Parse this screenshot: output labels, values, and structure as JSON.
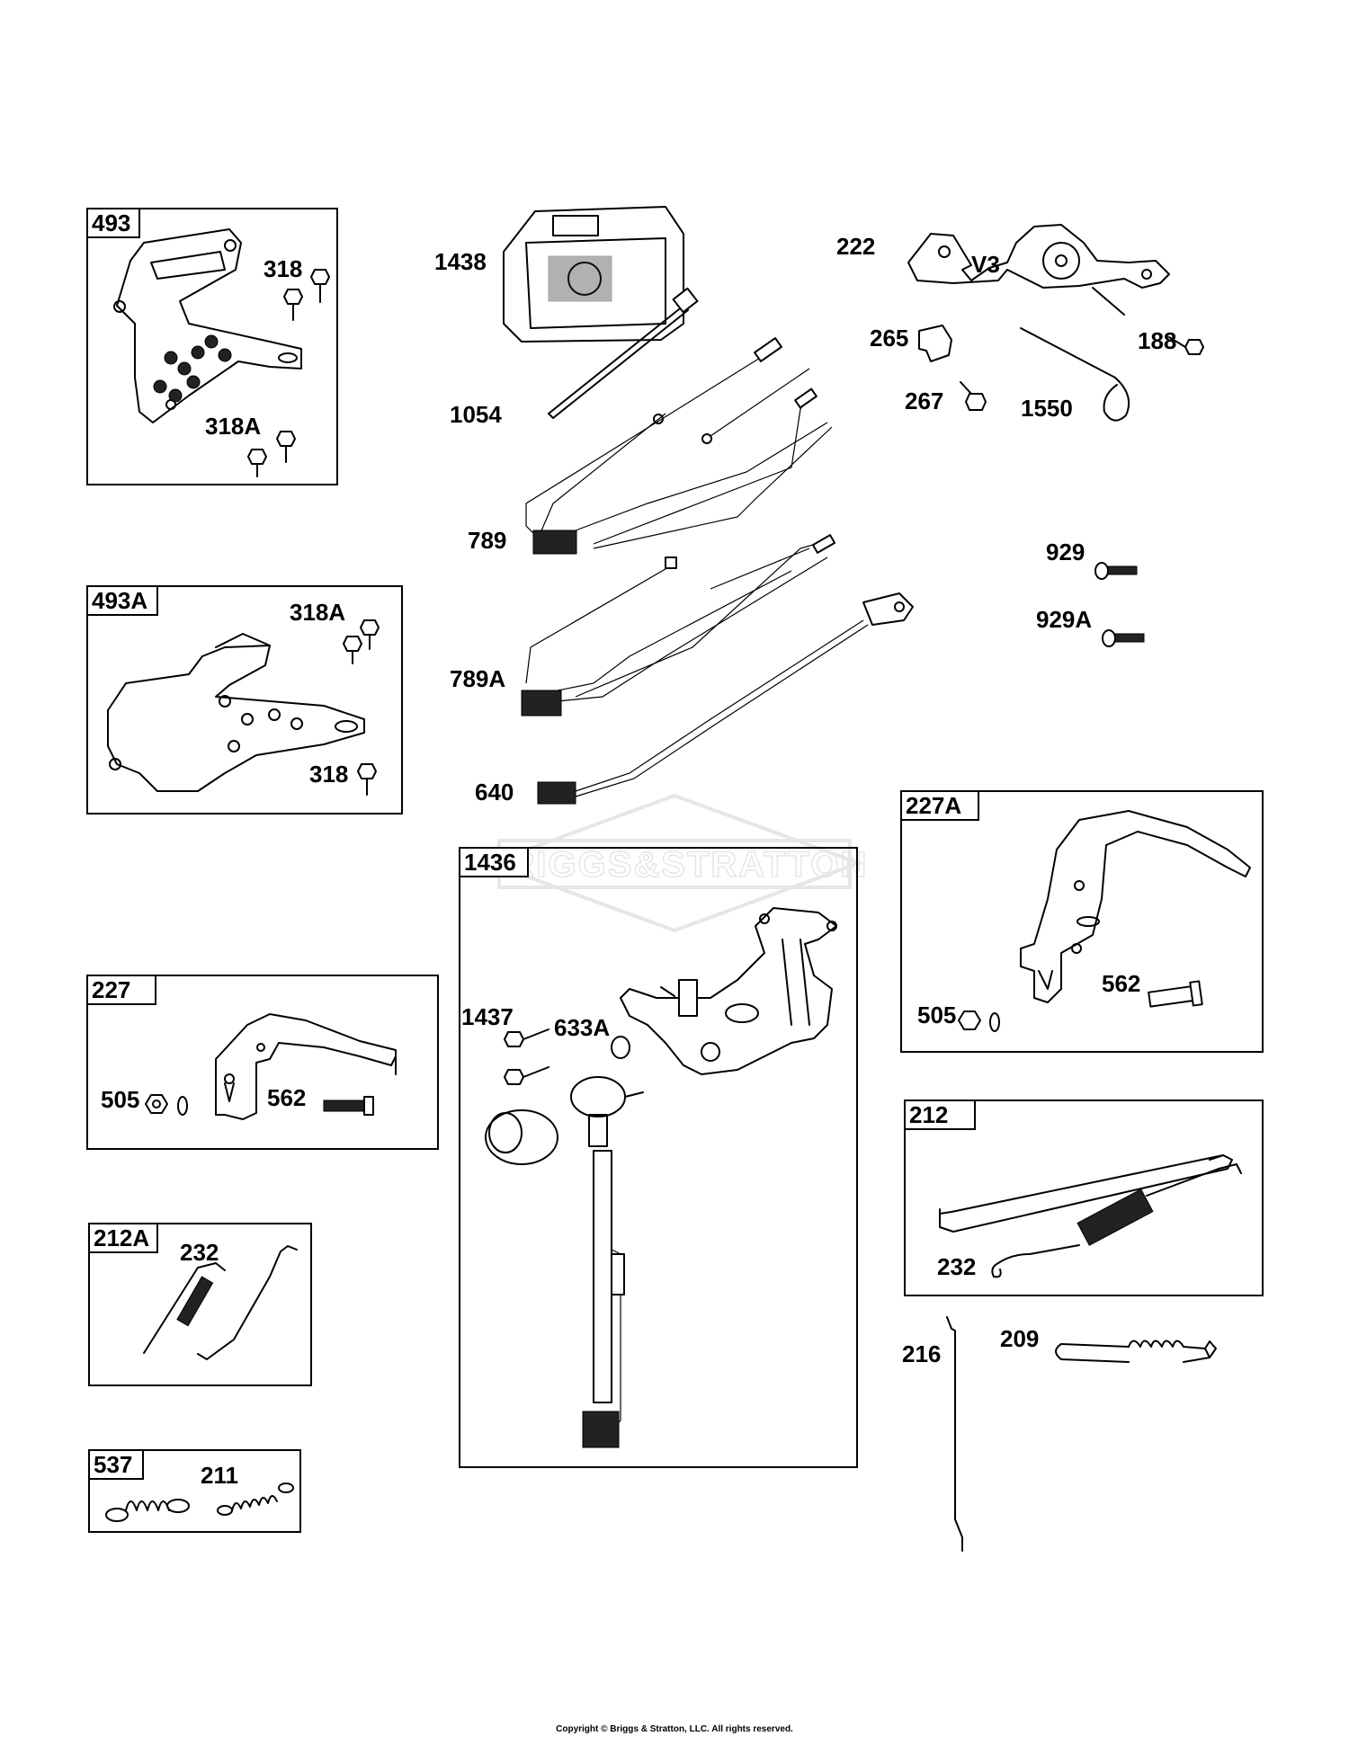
{
  "labels": {
    "l493": "493",
    "l318a_a": "318",
    "l318A_a": "318A",
    "l493A": "493A",
    "l318A_b": "318A",
    "l318_b": "318",
    "l227": "227",
    "l505_a": "505",
    "l562_a": "562",
    "l212A": "212A",
    "l232_a": "232",
    "l537": "537",
    "l211": "211",
    "l1438": "1438",
    "l1054": "1054",
    "l789": "789",
    "l789A": "789A",
    "l640": "640",
    "l1436": "1436",
    "l1437": "1437",
    "l633A": "633A",
    "l222": "222",
    "lV3": "V3",
    "l265": "265",
    "l188": "188",
    "l267": "267",
    "l1550": "1550",
    "l929": "929",
    "l929A": "929A",
    "l227A": "227A",
    "l562_b": "562",
    "l505_b": "505",
    "l212": "212",
    "l232_b": "232",
    "l216": "216",
    "l209": "209"
  },
  "watermark": "BRIGGS&STRATTON",
  "copyright": "Copyright © Briggs & Stratton, LLC. All rights reserved."
}
